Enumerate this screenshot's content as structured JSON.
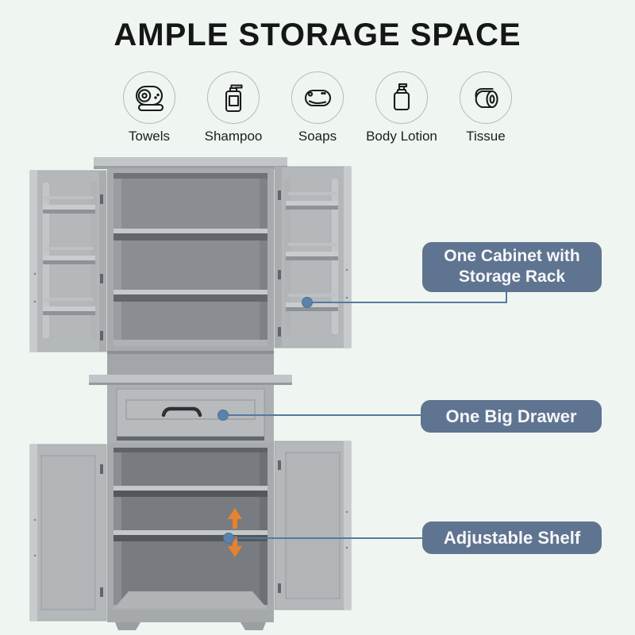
{
  "page": {
    "title": "AMPLE STORAGE SPACE"
  },
  "features": [
    {
      "label": "Towels",
      "icon": "towel-roll-icon"
    },
    {
      "label": "Shampoo",
      "icon": "shampoo-pump-bottle-icon"
    },
    {
      "label": "Soaps",
      "icon": "soap-bar-icon"
    },
    {
      "label": "Body Lotion",
      "icon": "lotion-bottle-icon"
    },
    {
      "label": "Tissue",
      "icon": "tissue-roll-icon"
    }
  ],
  "callouts": [
    {
      "label": "One Cabinet with Storage Rack"
    },
    {
      "label": "One Big Drawer"
    },
    {
      "label": "Adjustable Shelf"
    }
  ],
  "colors": {
    "background": "#eff6f1",
    "callout_bg": "#5f7490",
    "callout_text": "#f5f7f9",
    "connector_line": "#56799e",
    "connector_dot": "#5d82a9",
    "arrow_orange": "#e8822d",
    "title_text": "#161616",
    "cabinet_gray": "#aaaeb1"
  }
}
